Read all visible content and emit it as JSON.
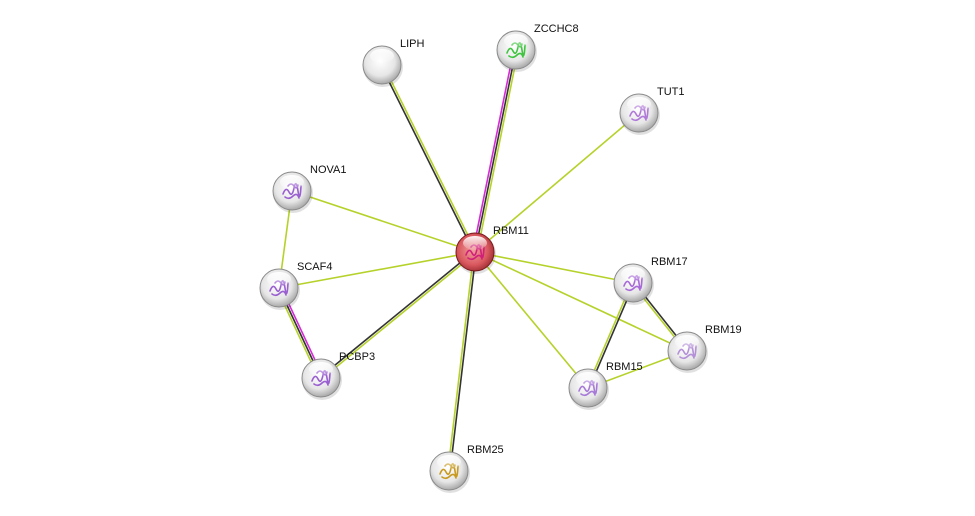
{
  "network": {
    "center_node": "RBM11",
    "nodes": [
      {
        "id": "RBM11",
        "label": "RBM11",
        "color": "#d9585e",
        "structure_color": "#d0207a",
        "query": true
      },
      {
        "id": "LIPH",
        "label": "LIPH",
        "color": "#d8d8d8",
        "structure_color": null
      },
      {
        "id": "ZCCHC8",
        "label": "ZCCHC8",
        "color": "#d8d8d8",
        "structure_color": "#3fc43f"
      },
      {
        "id": "TUT1",
        "label": "TUT1",
        "color": "#d8d8d8",
        "structure_color": "#b07ad8"
      },
      {
        "id": "NOVA1",
        "label": "NOVA1",
        "color": "#d8d8d8",
        "structure_color": "#9a5fd0"
      },
      {
        "id": "SCAF4",
        "label": "SCAF4",
        "color": "#d8d8d8",
        "structure_color": "#9a5fd0"
      },
      {
        "id": "PCBP3",
        "label": "PCBP3",
        "color": "#d8d8d8",
        "structure_color": "#9a5fd0"
      },
      {
        "id": "RBM17",
        "label": "RBM17",
        "color": "#d8d8d8",
        "structure_color": "#a86ad8"
      },
      {
        "id": "RBM19",
        "label": "RBM19",
        "color": "#d8d8d8",
        "structure_color": "#b490d8"
      },
      {
        "id": "RBM15",
        "label": "RBM15",
        "color": "#d8d8d8",
        "structure_color": "#a87ad8"
      },
      {
        "id": "RBM25",
        "label": "RBM25",
        "color": "#d8d8d8",
        "structure_color": "#c89a20"
      }
    ],
    "evidence_colors": {
      "textmining": "#b5d22a",
      "coexpression": "#333333",
      "experiments": "#d62ad6"
    },
    "edges": [
      {
        "source": "RBM11",
        "target": "LIPH",
        "evidence": [
          "coexpression",
          "textmining"
        ]
      },
      {
        "source": "RBM11",
        "target": "ZCCHC8",
        "evidence": [
          "experiments",
          "coexpression",
          "textmining"
        ]
      },
      {
        "source": "RBM11",
        "target": "TUT1",
        "evidence": [
          "textmining"
        ]
      },
      {
        "source": "RBM11",
        "target": "NOVA1",
        "evidence": [
          "textmining"
        ]
      },
      {
        "source": "RBM11",
        "target": "SCAF4",
        "evidence": [
          "textmining"
        ]
      },
      {
        "source": "RBM11",
        "target": "PCBP3",
        "evidence": [
          "textmining",
          "coexpression"
        ]
      },
      {
        "source": "RBM11",
        "target": "RBM25",
        "evidence": [
          "coexpression",
          "textmining"
        ]
      },
      {
        "source": "RBM11",
        "target": "RBM17",
        "evidence": [
          "textmining"
        ]
      },
      {
        "source": "RBM11",
        "target": "RBM19",
        "evidence": [
          "textmining"
        ]
      },
      {
        "source": "RBM11",
        "target": "RBM15",
        "evidence": [
          "textmining"
        ]
      },
      {
        "source": "NOVA1",
        "target": "SCAF4",
        "evidence": [
          "textmining"
        ]
      },
      {
        "source": "SCAF4",
        "target": "PCBP3",
        "evidence": [
          "experiments",
          "coexpression",
          "textmining"
        ]
      },
      {
        "source": "RBM17",
        "target": "RBM19",
        "evidence": [
          "coexpression",
          "textmining"
        ]
      },
      {
        "source": "RBM17",
        "target": "RBM15",
        "evidence": [
          "coexpression",
          "textmining"
        ]
      },
      {
        "source": "RBM15",
        "target": "RBM19",
        "evidence": [
          "textmining"
        ]
      }
    ]
  }
}
